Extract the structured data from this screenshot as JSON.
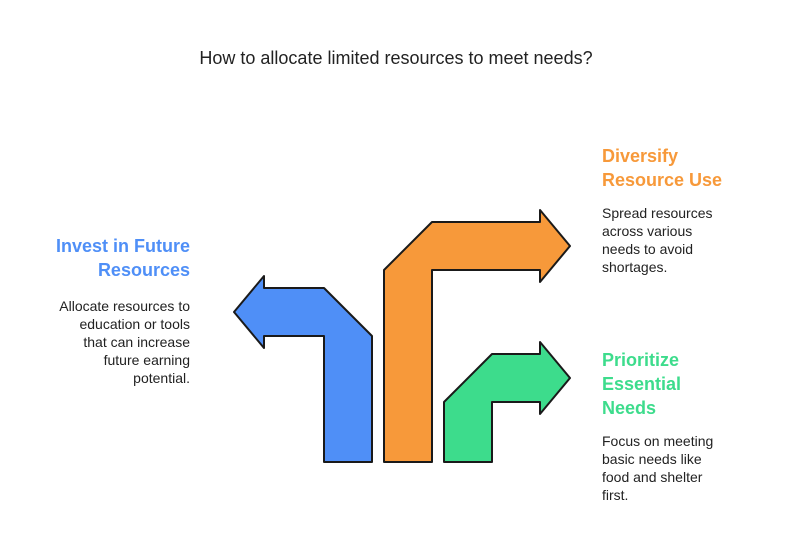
{
  "title": "How to allocate limited resources to meet needs?",
  "options": {
    "invest": {
      "heading_lines": [
        "Invest in Future",
        "Resources"
      ],
      "description_lines": [
        "Allocate resources to",
        "education or tools",
        "that can increase",
        "future earning",
        "potential."
      ],
      "color": "#4f8ff7"
    },
    "diversify": {
      "heading_lines": [
        "Diversify",
        "Resource Use"
      ],
      "description_lines": [
        "Spread resources",
        "across various",
        "needs to avoid",
        "shortages."
      ],
      "color": "#f7993a"
    },
    "prioritize": {
      "heading_lines": [
        "Prioritize",
        "Essential",
        "Needs"
      ],
      "description_lines": [
        "Focus on meeting",
        "basic needs like",
        "food and shelter",
        "first."
      ],
      "color": "#3ddc8c"
    }
  },
  "stroke_color": "#1a1a1a"
}
